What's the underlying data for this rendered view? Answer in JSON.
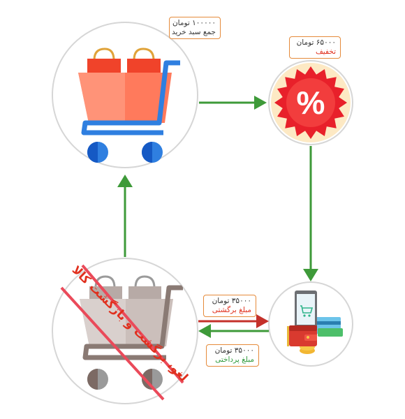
{
  "labels": {
    "cart_total": {
      "amount": "۱۰۰۰۰۰ تومان",
      "caption": "جمع سبد خرید"
    },
    "discount": {
      "amount": "۶۵۰۰۰ تومان",
      "caption": "تخفیف"
    },
    "return_amount": {
      "amount": "۳۵۰۰۰ تومان",
      "caption": "مبلغ برگشتی"
    },
    "payment": {
      "amount": "۳۵۰۰۰ تومان",
      "caption": "مبلغ پرداختی"
    }
  },
  "cancel_text": "لغو، برگشت و بازگشت کالا",
  "colors": {
    "arrow_green": "#3e9a39",
    "arrow_red": "#c4312a",
    "strike_red": "#ea4a5a",
    "circle_border": "#d6d6d6",
    "cart_blue": "#2f7fe0",
    "bag_orange": "#ff6b4d",
    "discount_red": "#e8202a"
  },
  "icons": [
    "shopping-cart-icon",
    "discount-badge-icon",
    "mobile-payment-icon",
    "cancelled-cart-icon"
  ]
}
